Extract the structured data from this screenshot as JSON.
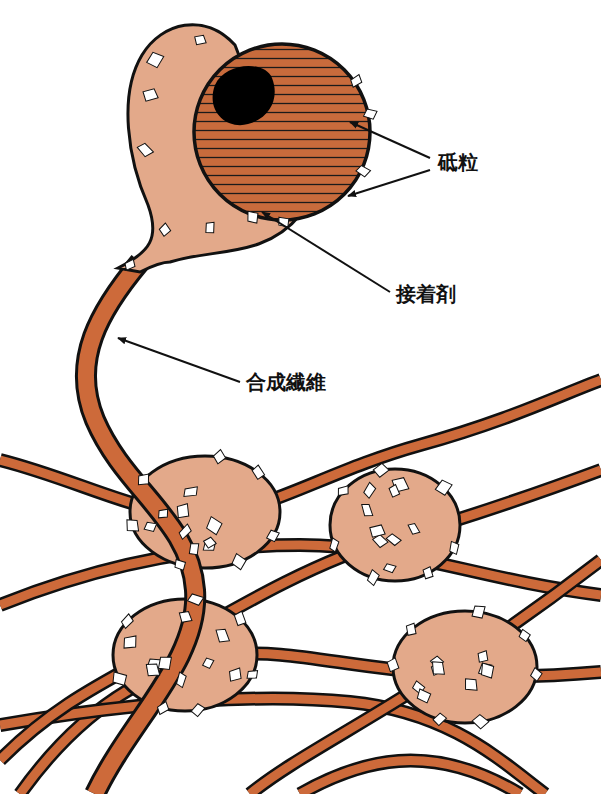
{
  "diagram": {
    "labels": [
      "砥粒",
      "接着剤",
      "合成繊維"
    ]
  }
}
